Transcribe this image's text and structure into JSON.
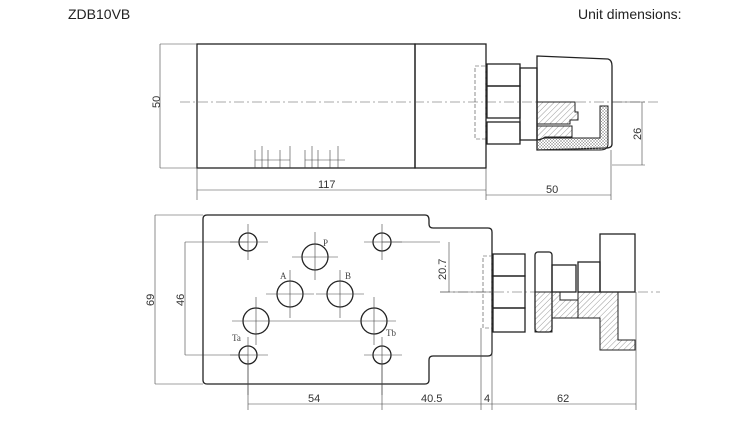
{
  "header": {
    "model": "ZDB10VB",
    "unit_label": "Unit dimensions:"
  },
  "top_view": {
    "height": "50",
    "body_length": "117",
    "knob_length": "50",
    "knob_offset": "26"
  },
  "bottom_view": {
    "height": "69",
    "hole_spacing_v": "46",
    "offset": "20.7",
    "hole_spacing_h": "54",
    "dist_1": "40.5",
    "dist_2": "4",
    "knob_length": "62",
    "ports": {
      "p": "P",
      "a": "A",
      "b": "B",
      "ta": "Ta",
      "tb": "Tb"
    }
  }
}
